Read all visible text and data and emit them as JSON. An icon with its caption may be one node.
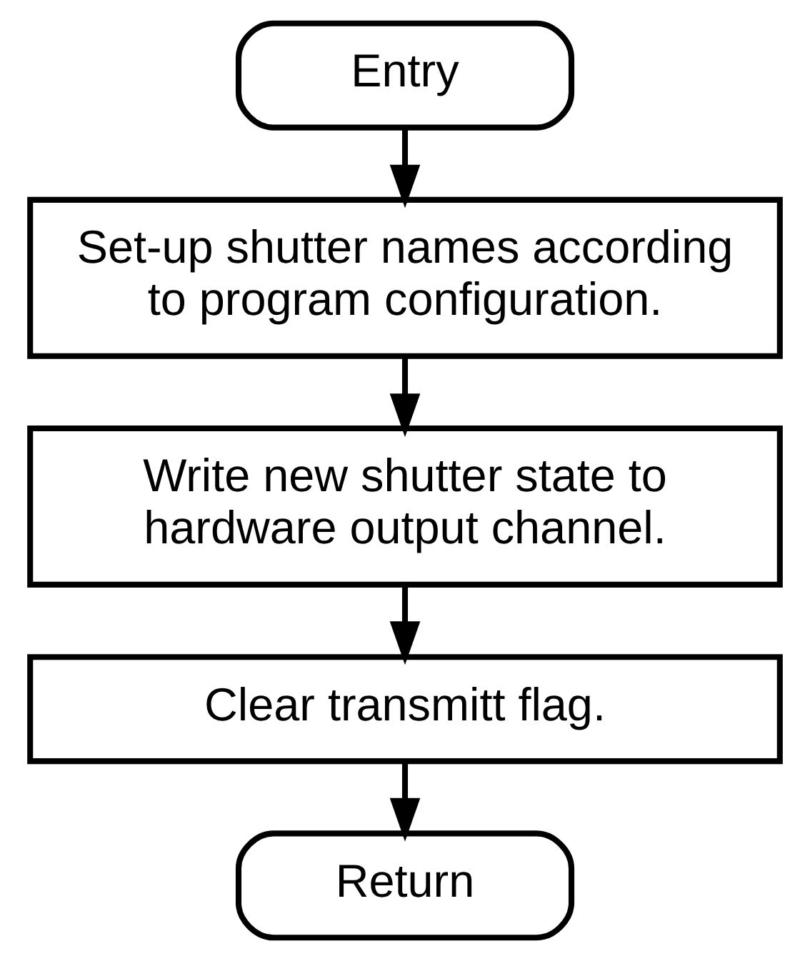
{
  "diagram": {
    "nodes": [
      {
        "text": [
          "Entry"
        ]
      },
      {
        "text": [
          "Set-up shutter names according to program configuration."
        ]
      },
      {
        "text": [
          "Write new shutter state to hardware output channel."
        ]
      },
      {
        "text": [
          "Clear transmitt flag."
        ]
      },
      {
        "text": [
          "Return"
        ]
      }
    ],
    "edges": [
      {
        "from": 0,
        "to": 1,
        "arrow": "to"
      },
      {
        "from": 1,
        "to": 2,
        "arrow": "to"
      },
      {
        "from": 2,
        "to": 3,
        "arrow": "to"
      },
      {
        "from": 3,
        "to": 4,
        "arrow": "to"
      }
    ]
  }
}
